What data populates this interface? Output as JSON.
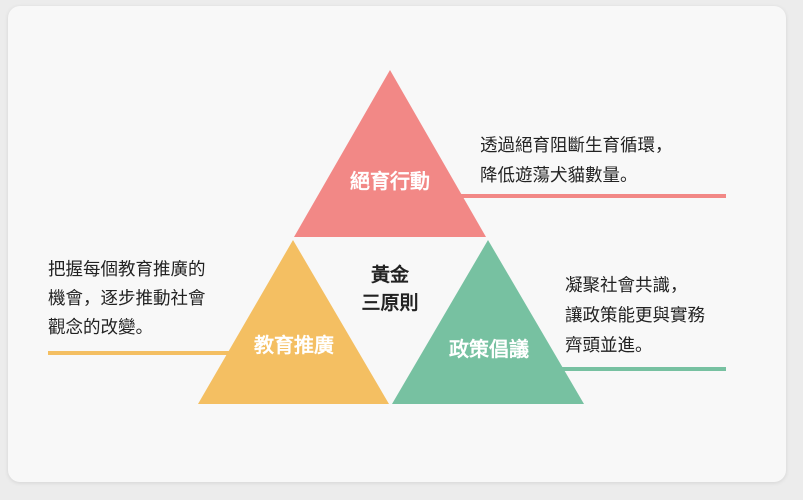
{
  "colors": {
    "top": "#f28886",
    "left": "#f4bf62",
    "right": "#77c1a1"
  },
  "top": {
    "label": "絕育行動",
    "desc": [
      "透過絕育阻斷生育循環，",
      "降低遊蕩犬貓數量。"
    ]
  },
  "left": {
    "label": "教育推廣",
    "desc": [
      "把握每個教育推廣的",
      "機會，逐步推動社會",
      "觀念的改變。"
    ]
  },
  "right": {
    "label": "政策倡議",
    "desc": [
      "凝聚社會共識，",
      "讓政策能更與實務",
      "齊頭並進。"
    ]
  },
  "center": {
    "lines": [
      "黃金",
      "三原則"
    ]
  }
}
